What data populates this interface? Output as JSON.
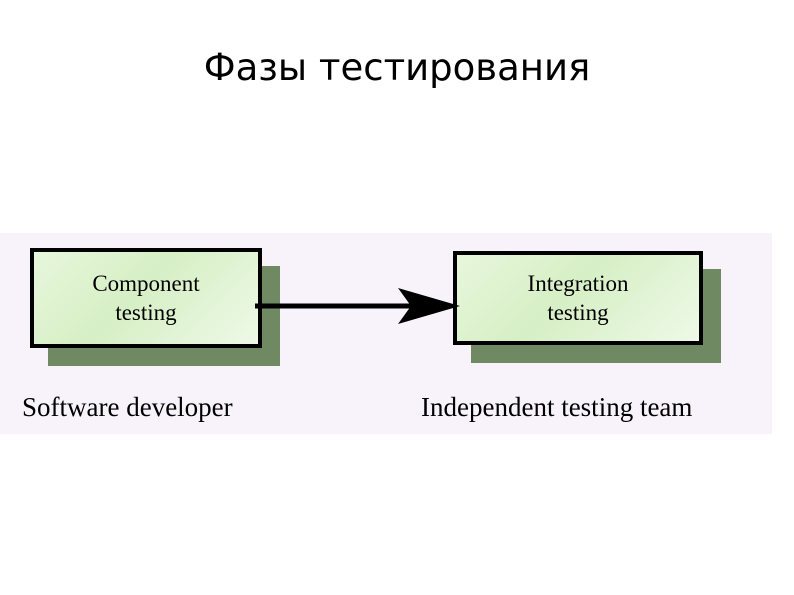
{
  "slide": {
    "title": "Фазы тестирования",
    "panel_background": "#f8f3fb"
  },
  "diagram": {
    "type": "flow",
    "node_fill_light": "#eef9e7",
    "node_fill_dark": "#d6efc5",
    "node_border_color": "#000000",
    "node_shadow_color": "#6f8a63",
    "connector_color": "#000000",
    "nodes": [
      {
        "id": "component-testing",
        "label": "Component\ntesting",
        "role_caption": "Software developer"
      },
      {
        "id": "integration-testing",
        "label": "Integration\ntesting",
        "role_caption": "Independent testing team"
      }
    ],
    "connectors": [
      {
        "id": "component-to-integration",
        "from": "component-testing",
        "to": "integration-testing",
        "style": "solid-line-with-filled-arrowhead",
        "direction": "left-to-right"
      }
    ]
  }
}
